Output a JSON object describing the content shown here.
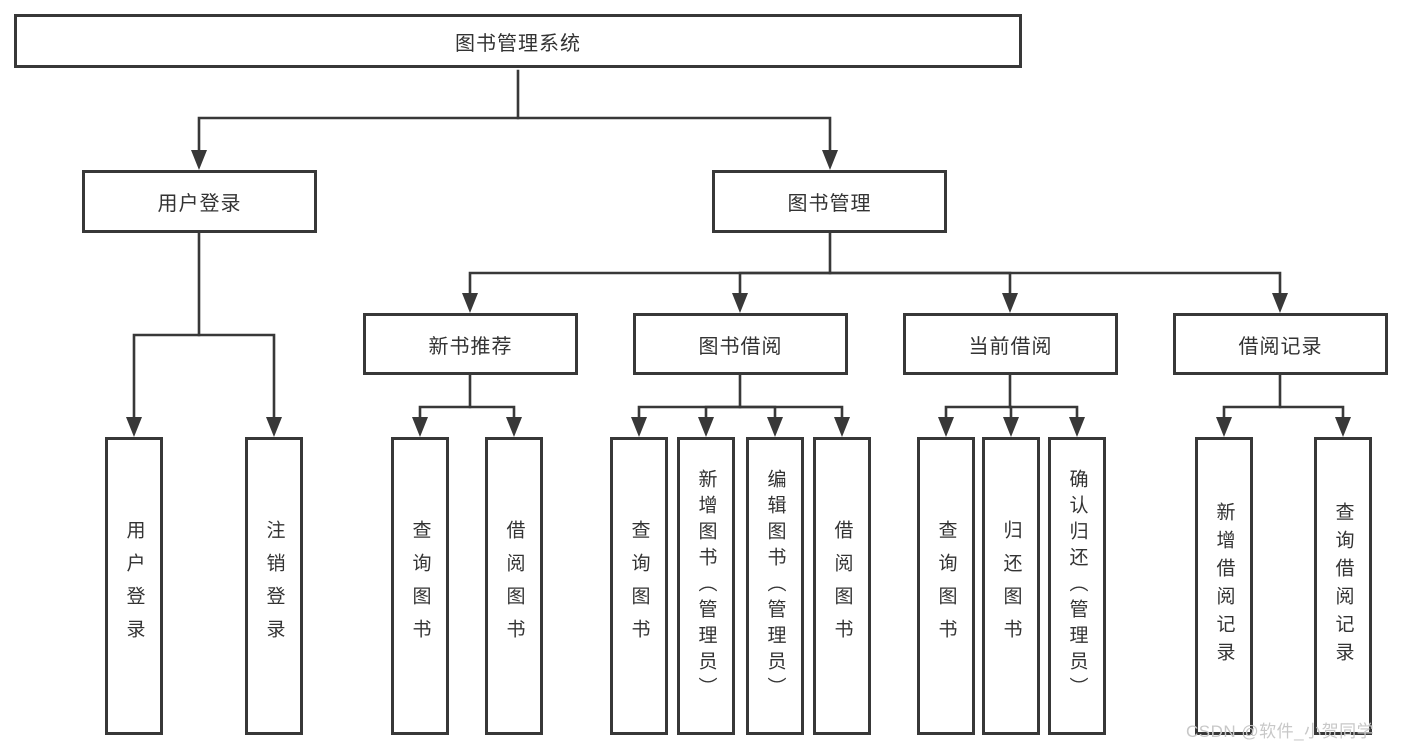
{
  "diagram": {
    "title": "图书管理系统",
    "root": {
      "label": "图书管理系统"
    },
    "level2": [
      {
        "label": "用户登录"
      },
      {
        "label": "图书管理"
      }
    ],
    "level3": [
      {
        "label": "新书推荐"
      },
      {
        "label": "图书借阅"
      },
      {
        "label": "当前借阅"
      },
      {
        "label": "借阅记录"
      }
    ],
    "leaves": {
      "user_login": [
        {
          "label": "用户登录"
        },
        {
          "label": "注销登录"
        }
      ],
      "new_book": [
        {
          "label": "查询图书"
        },
        {
          "label": "借阅图书"
        }
      ],
      "book_borrow": [
        {
          "label": "查询图书"
        },
        {
          "label": "新增图书（管理员）"
        },
        {
          "label": "编辑图书（管理员）"
        },
        {
          "label": "借阅图书"
        }
      ],
      "current_borrow": [
        {
          "label": "查询图书"
        },
        {
          "label": "归还图书"
        },
        {
          "label": "确认归还（管理员）"
        }
      ],
      "borrow_records": [
        {
          "label": "新增借阅记录"
        },
        {
          "label": "查询借阅记录"
        }
      ]
    }
  },
  "watermark": {
    "text": "CSDN @软件_小贺同学"
  },
  "colors": {
    "line": "#383838",
    "text": "#333333",
    "watermark": "#c8c8c8",
    "background": "#ffffff"
  }
}
